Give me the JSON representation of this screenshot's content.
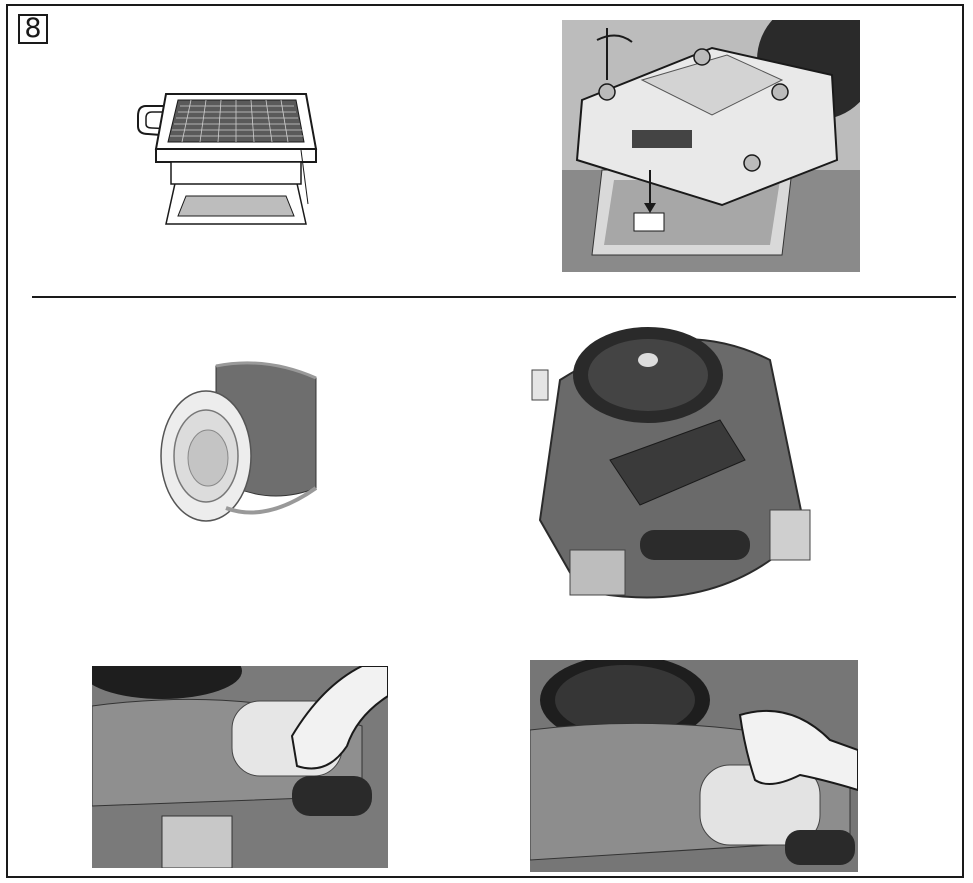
{
  "figure": {
    "number": "8"
  },
  "illustrations": {
    "panel_filter_drawing": "panel-air-filter-line-drawing",
    "cover_removal": "air-cleaner-cover-removal-photo",
    "cylindrical_filter": "cylindrical-air-filter-element",
    "engine_overview": "engine-overview-photo",
    "hand_install_left": "hand-installing-filter-photo-left",
    "hand_install_right": "hand-installing-filter-photo-right"
  },
  "colors": {
    "ink": "#1a1a1a",
    "engine_body": "#6b6b6b",
    "filter_white": "#efefef"
  }
}
